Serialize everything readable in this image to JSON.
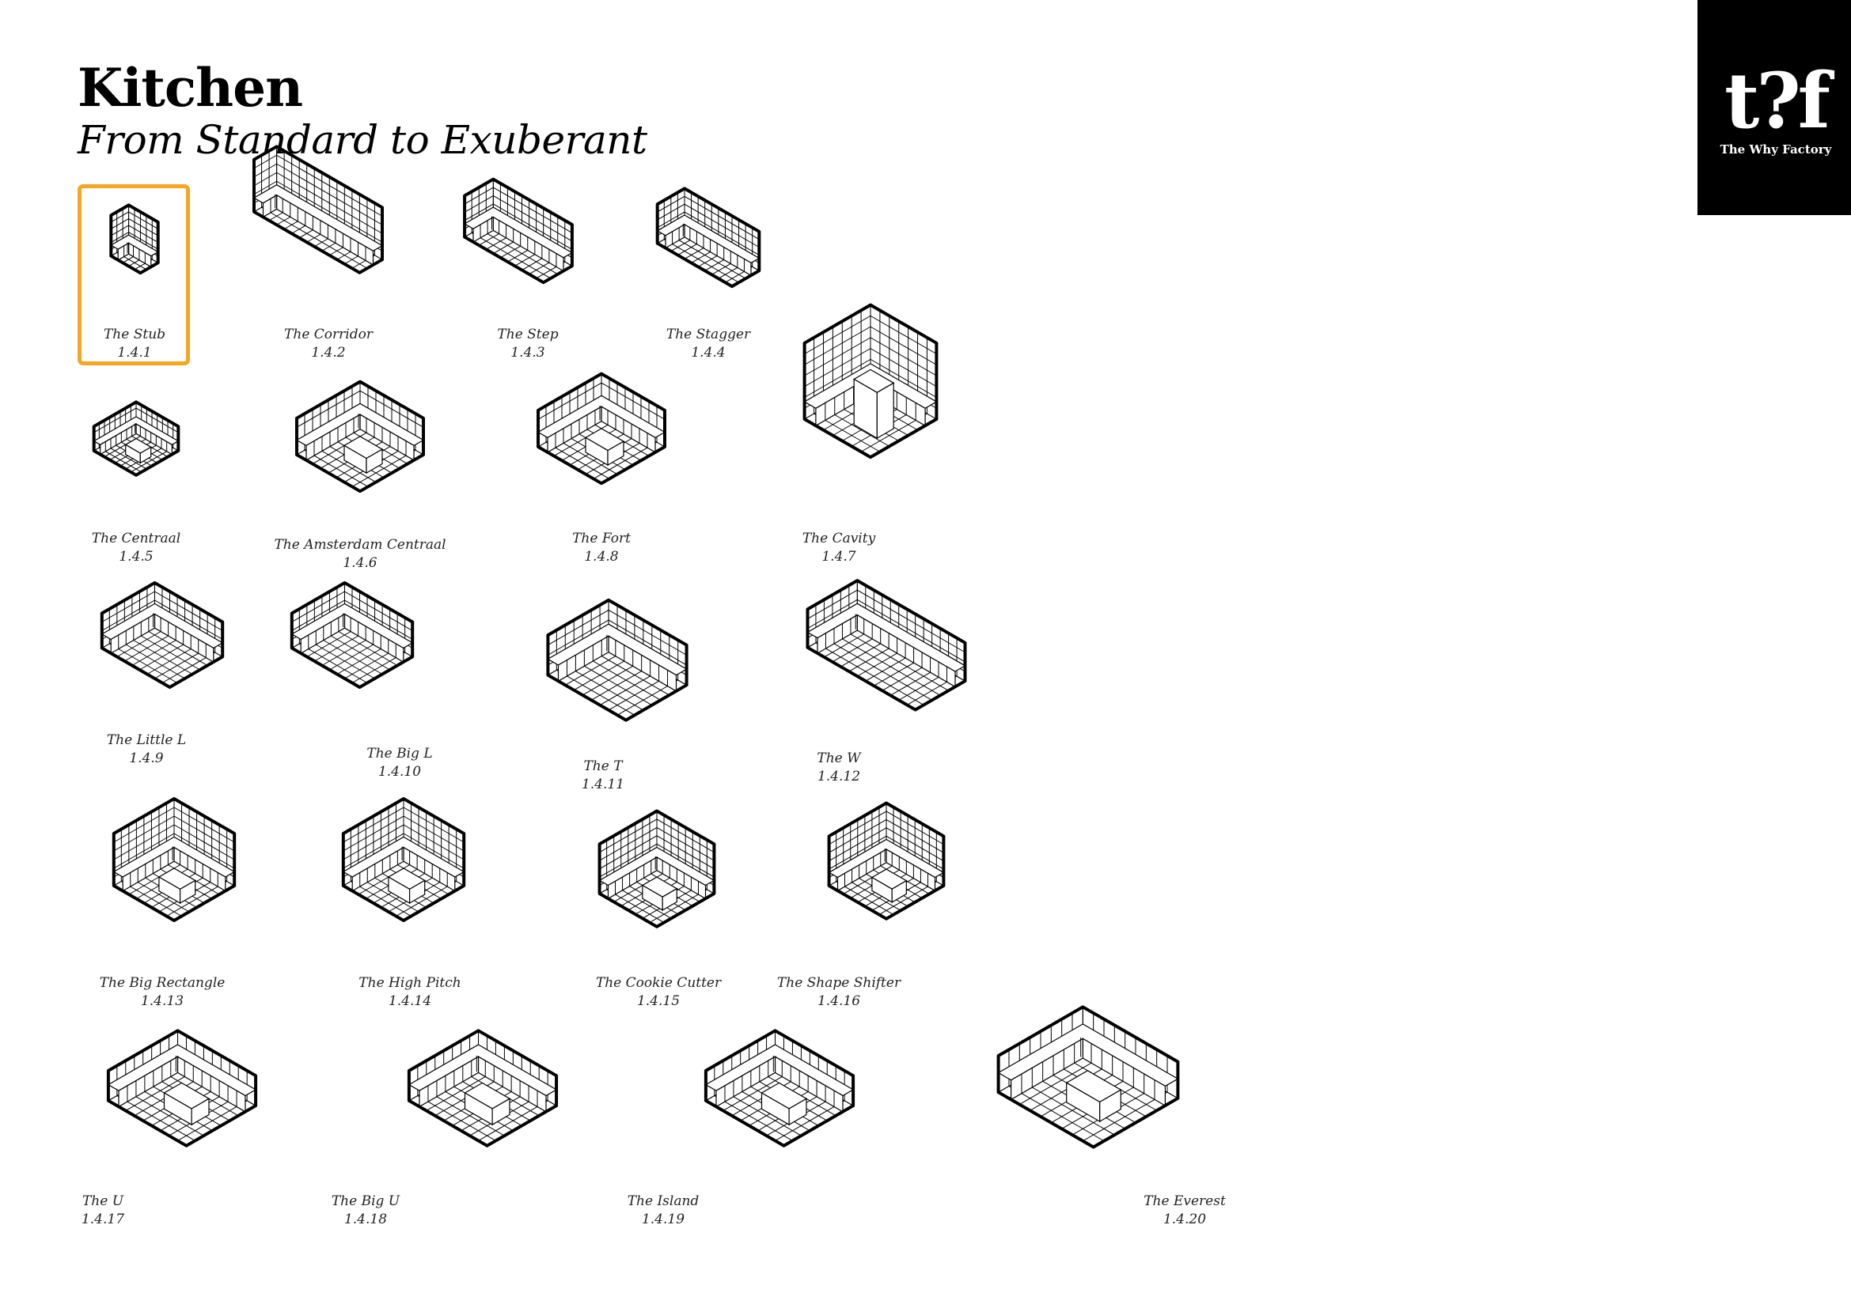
{
  "header": {
    "title": "Kitchen",
    "subtitle": "From Standard to Exuberant"
  },
  "logo": {
    "mark": "t?f",
    "name": "The Why Factory"
  },
  "colors": {
    "highlight": "#F5A623",
    "logo_bg": "#000000",
    "line": "#000000"
  },
  "selected_item": "1.4.1",
  "kitchens": [
    {
      "name": "The Stub",
      "code": "1.4.1"
    },
    {
      "name": "The Corridor",
      "code": "1.4.2"
    },
    {
      "name": "The Step",
      "code": "1.4.3"
    },
    {
      "name": "The Stagger",
      "code": "1.4.4"
    },
    {
      "name": "The Centraal",
      "code": "1.4.5"
    },
    {
      "name": "The Amsterdam Centraal",
      "code": "1.4.6"
    },
    {
      "name": "The Fort",
      "code": "1.4.8"
    },
    {
      "name": "The Cavity",
      "code": "1.4.7"
    },
    {
      "name": "The Little L",
      "code": "1.4.9"
    },
    {
      "name": "The Big L",
      "code": "1.4.10"
    },
    {
      "name": "The T",
      "code": "1.4.11"
    },
    {
      "name": "The W",
      "code": "1.4.12"
    },
    {
      "name": "The Big Rectangle",
      "code": "1.4.13"
    },
    {
      "name": "The High Pitch",
      "code": "1.4.14"
    },
    {
      "name": "The Cookie Cutter",
      "code": "1.4.15"
    },
    {
      "name": "The Shape Shifter",
      "code": "1.4.16"
    },
    {
      "name": "The U",
      "code": "1.4.17"
    },
    {
      "name": "The Big U",
      "code": "1.4.18"
    },
    {
      "name": "The Island",
      "code": "1.4.19"
    },
    {
      "name": "The Everest",
      "code": "1.4.20"
    }
  ]
}
